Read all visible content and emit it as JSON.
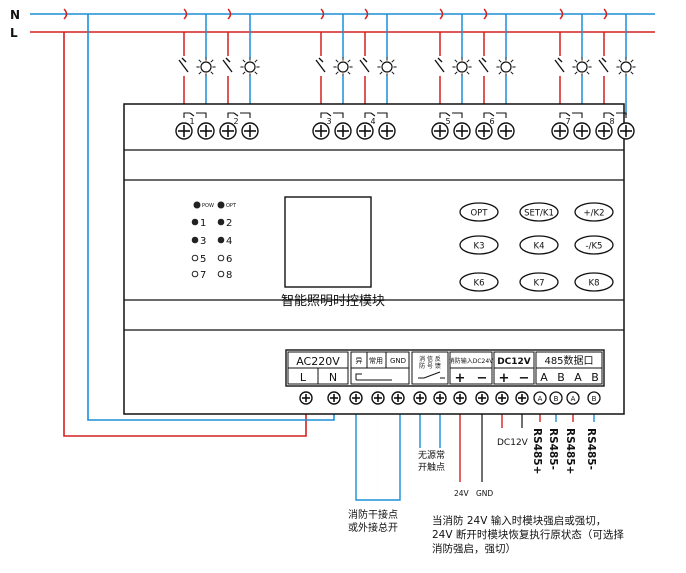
{
  "bus": {
    "n_label": "N",
    "l_label": "L"
  },
  "channels": [
    "1",
    "2",
    "3",
    "4",
    "5",
    "6",
    "7",
    "8"
  ],
  "device": {
    "name": "智能照明时控模块",
    "indicators": [
      {
        "label": "POW",
        "small": true
      },
      {
        "label": "OPT",
        "small": true
      },
      {
        "label": "1"
      },
      {
        "label": "2"
      },
      {
        "label": "3"
      },
      {
        "label": "4"
      },
      {
        "label": "5"
      },
      {
        "label": "6"
      },
      {
        "label": "7"
      },
      {
        "label": "8"
      }
    ],
    "keys": [
      "OPT",
      "SET/K1",
      "+/K2",
      "K3",
      "K4",
      "-/K5",
      "K6",
      "K7",
      "K8"
    ]
  },
  "terminals": {
    "ac_title": "AC220V",
    "ac_l": "L",
    "ac_n": "N",
    "abnormal": "异",
    "normal": "常",
    "common": "用",
    "gnd": "GND",
    "fire_signal": "消 信 反",
    "fire_signal_2": "防 号 馈",
    "fire_input": "消防输入DC24V",
    "dc12v": "DC12V",
    "rs485_title": "485数据口",
    "rs485_pins": [
      "A",
      "B",
      "A",
      "B"
    ]
  },
  "labels": {
    "passive_contact": "无源常\n开触点",
    "v24": "24V",
    "gnd_out": "GND",
    "dc12v_out": "DC12V",
    "rs485_plus_1": "RS485+",
    "rs485_minus_1": "RS485-",
    "rs485_plus_2": "RS485+",
    "rs485_minus_2": "RS485-",
    "fire_dry_contact": "消防干接点\n或外接总开",
    "note": "当消防 24V 输入时模块强启或强切，\n24V 断开时模块恢复执行原状态（可选择\n消防强启，强切）"
  },
  "colors": {
    "n_line": "#1a8fd8",
    "l_line": "#d42020",
    "panel": "#ffffff",
    "stroke": "#111111"
  }
}
